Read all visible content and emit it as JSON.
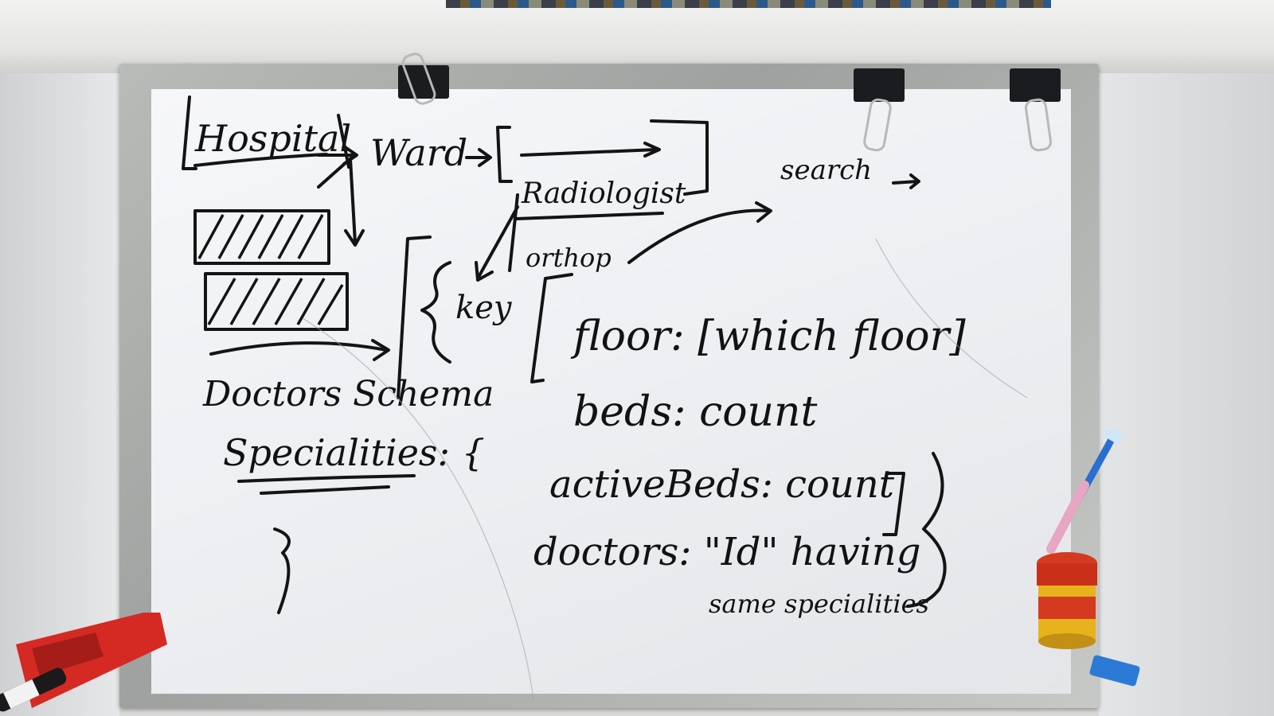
{
  "board": {
    "hospital": "Hospital",
    "ward": "Ward",
    "radiologist": "Radiologist",
    "orthop": "orthop",
    "search": "search",
    "key": "key",
    "floor": "floor: [which floor]",
    "beds": "beds: count",
    "active_beds": "activeBeds: count",
    "doctors": "doctors: \"Id\" having",
    "same_specialities": "same specialities",
    "doctors_schema": "Doctors Schema",
    "specialities": "Specialities: {"
  },
  "colors": {
    "ink": "#141414",
    "board": "#eef0f3",
    "frame": "#b0b2af",
    "marker": "#d42a23"
  },
  "icons": [
    "binder-clip-icon",
    "marker-icon",
    "toothbrush-icon",
    "jar-icon"
  ]
}
